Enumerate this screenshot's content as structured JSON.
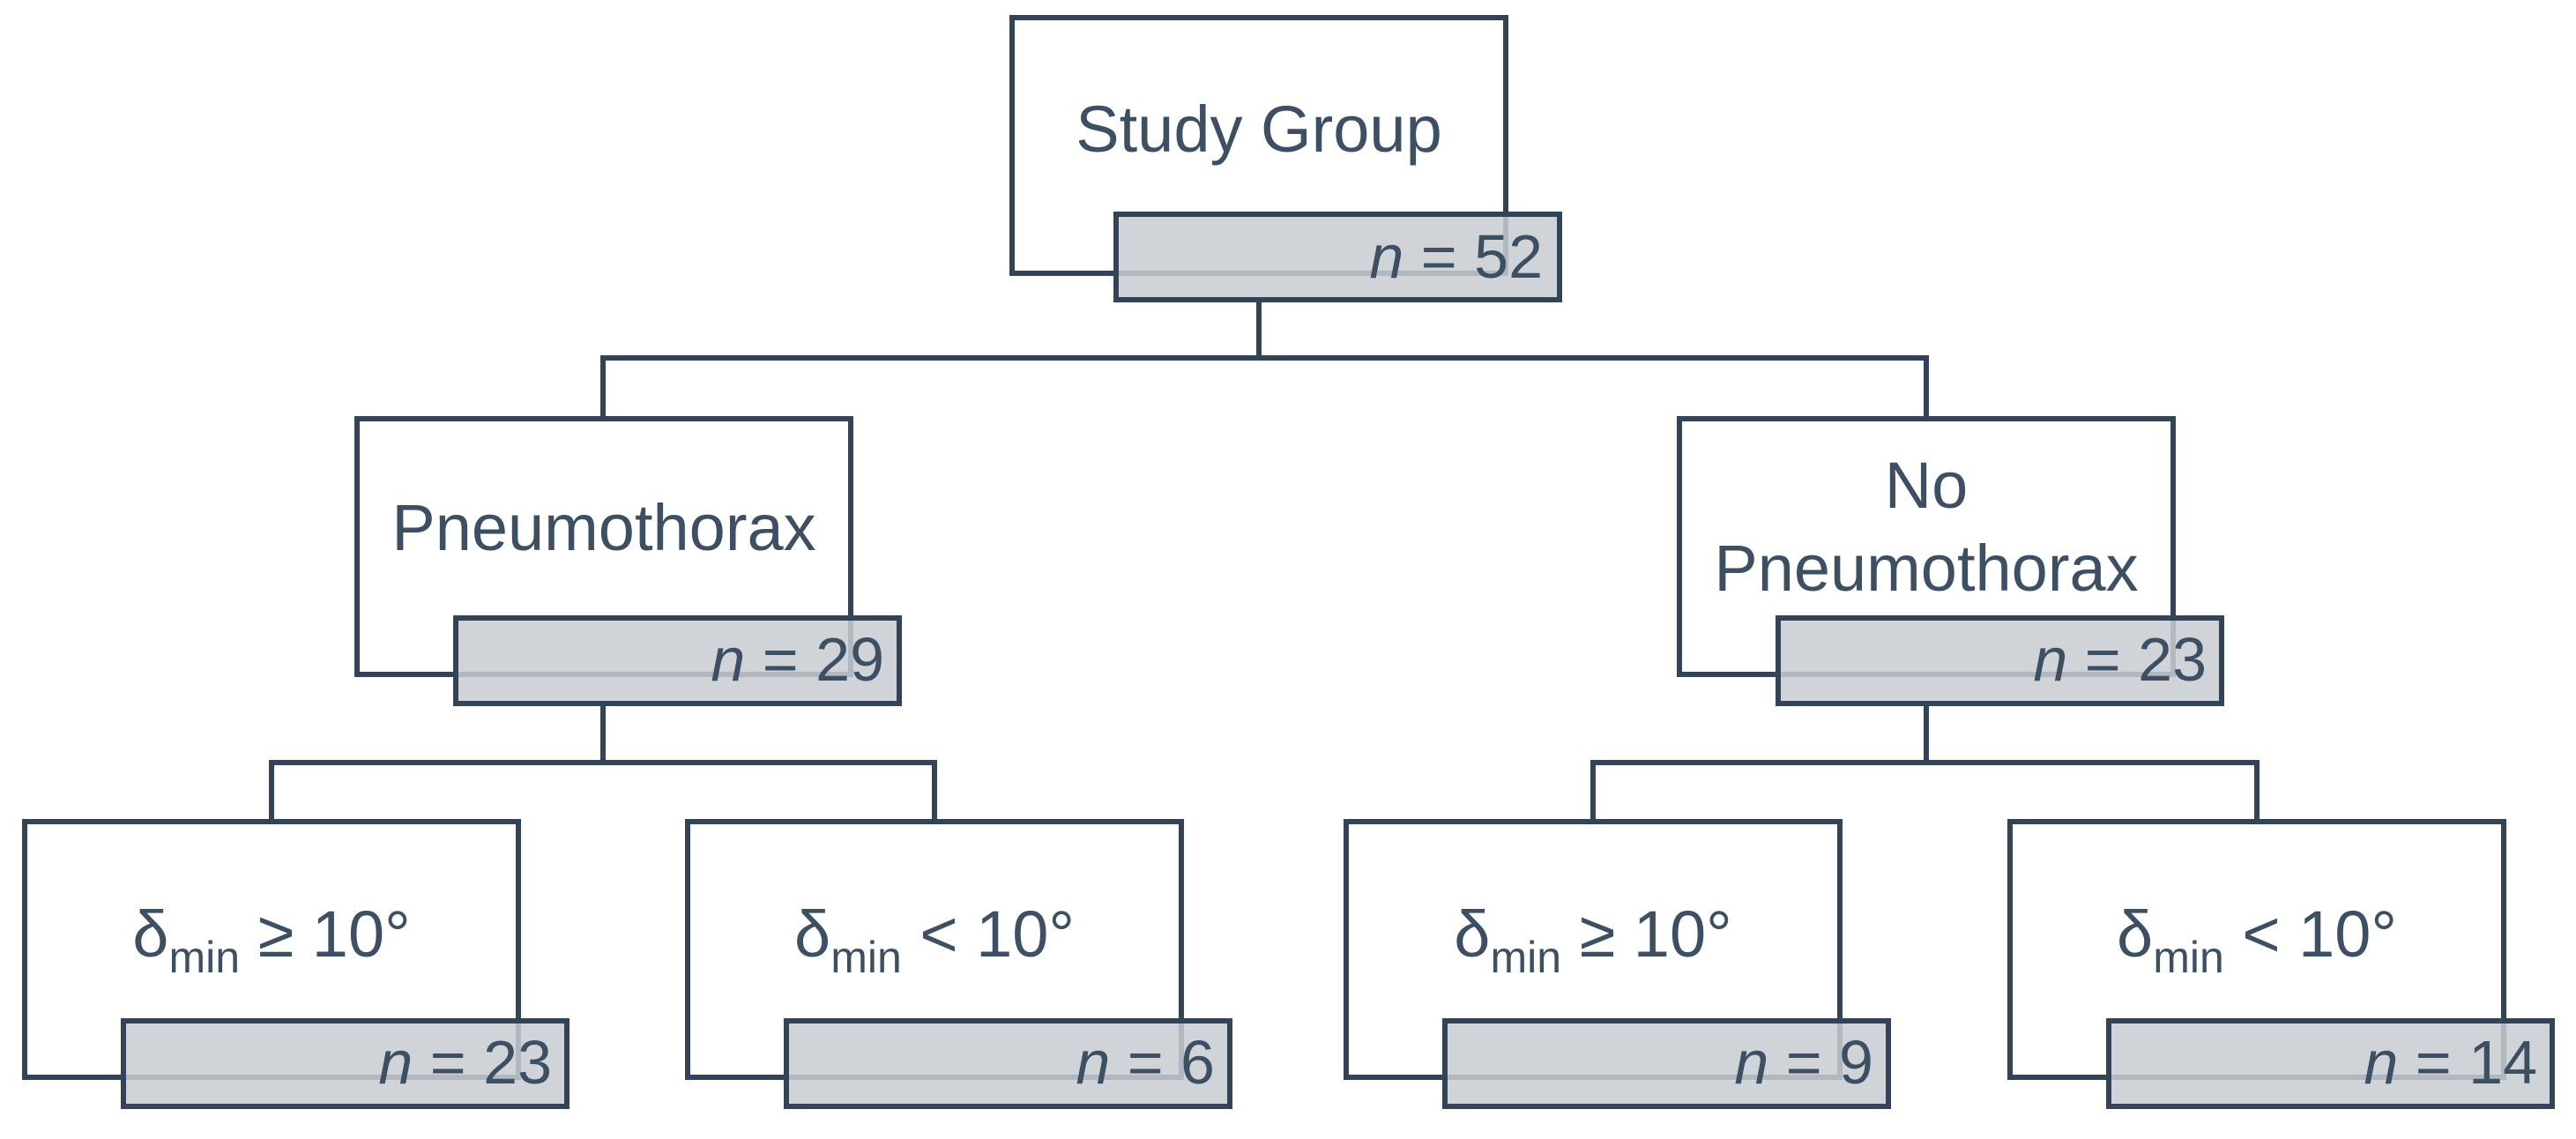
{
  "nodes": {
    "root": {
      "label": "Study Group",
      "count_symbol": "n",
      "count_rest": " = 52"
    },
    "pneumothorax": {
      "label": "Pneumothorax",
      "count_symbol": "n",
      "count_rest": " = 29"
    },
    "no_pneumothorax": {
      "label_line1": "No",
      "label_line2": "Pneumothorax",
      "count_symbol": "n",
      "count_rest": " = 23"
    },
    "ptx_ge10": {
      "symbol": "δ",
      "subscript": "min",
      "condition": " ≥ 10°",
      "count_symbol": "n",
      "count_rest": " = 23"
    },
    "ptx_lt10": {
      "symbol": "δ",
      "subscript": "min",
      "condition": " < 10°",
      "count_symbol": "n",
      "count_rest": " = 6"
    },
    "noptx_ge10": {
      "symbol": "δ",
      "subscript": "min",
      "condition": " ≥ 10°",
      "count_symbol": "n",
      "count_rest": " = 9"
    },
    "noptx_lt10": {
      "symbol": "δ",
      "subscript": "min",
      "condition": " < 10°",
      "count_symbol": "n",
      "count_rest": " = 14"
    }
  },
  "colors": {
    "stroke": "#334459",
    "text": "#3d4f63",
    "count_fill": "#c8ccd2",
    "node_fill": "#ffffff"
  }
}
